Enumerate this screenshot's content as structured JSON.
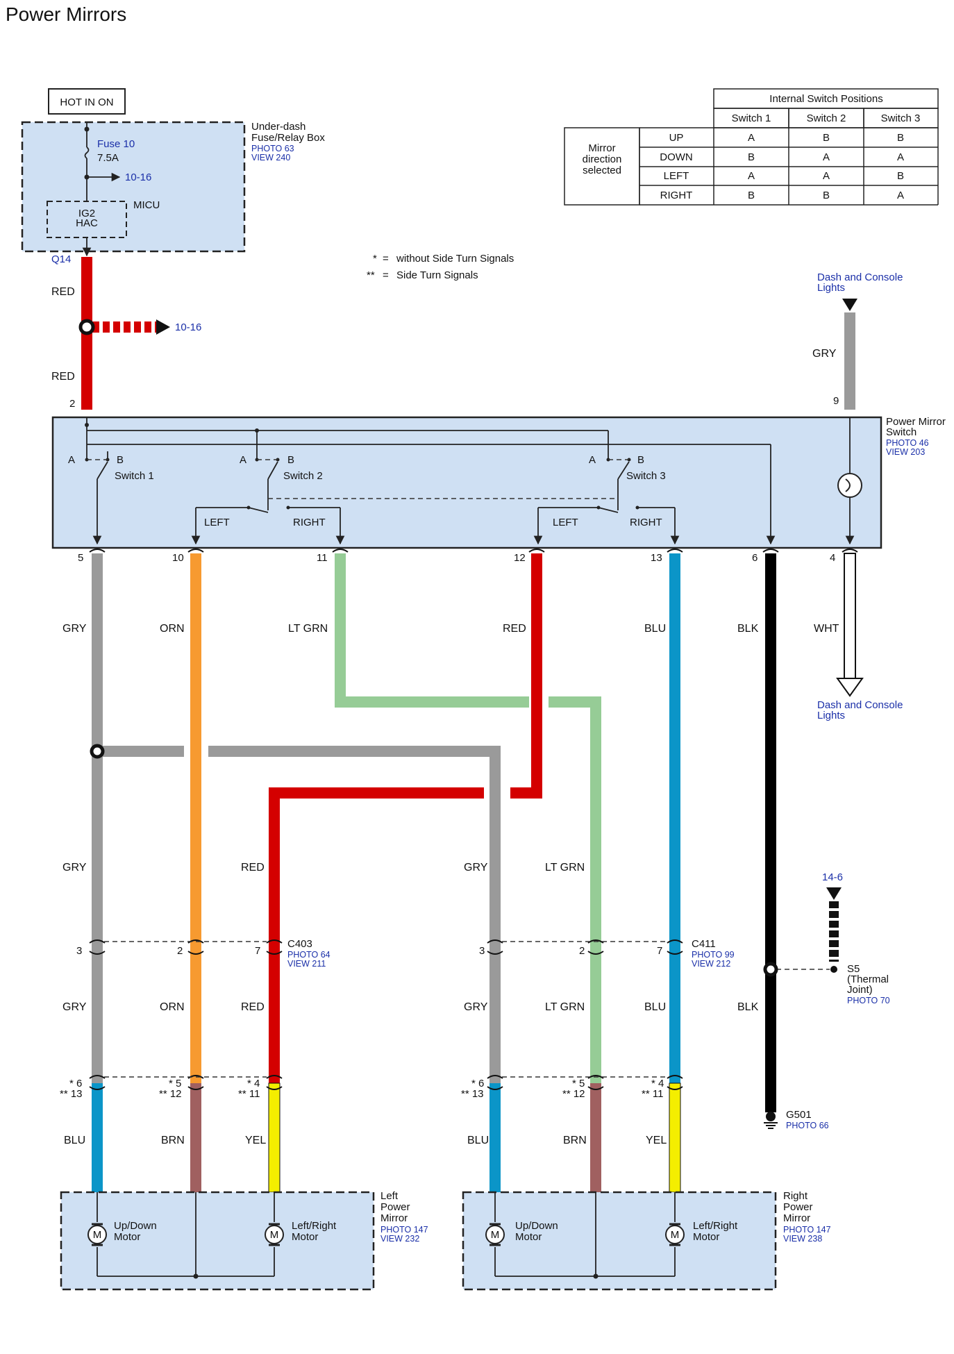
{
  "title": "Power Mirrors",
  "hot_in_on": "HOT IN ON",
  "fuse_box": {
    "name": [
      "Under-dash",
      "Fuse/Relay Box"
    ],
    "photo": "PHOTO 63",
    "view": "VIEW 240",
    "fuse": "Fuse 10",
    "rating": "7.5A",
    "branch_ref": "10-16",
    "micu": "MICU",
    "ig2": "IG2",
    "hac": "HAC",
    "pin": "Q14"
  },
  "legend": {
    "single_star": "*",
    "double_star": "**",
    "eq": "=",
    "without": "without Side Turn Signals",
    "with": "Side Turn Signals"
  },
  "table": {
    "header": "Internal Switch Positions",
    "columns": [
      "Switch 1",
      "Switch 2",
      "Switch 3"
    ],
    "row_header": [
      "Mirror",
      "direction",
      "selected"
    ],
    "rows": [
      {
        "dir": "UP",
        "vals": [
          "A",
          "B",
          "B"
        ]
      },
      {
        "dir": "DOWN",
        "vals": [
          "B",
          "A",
          "A"
        ]
      },
      {
        "dir": "LEFT",
        "vals": [
          "A",
          "A",
          "B"
        ]
      },
      {
        "dir": "RIGHT",
        "vals": [
          "B",
          "B",
          "A"
        ]
      }
    ]
  },
  "feed": {
    "red_top": "RED",
    "red_bottom": "RED",
    "splice_ref": "10-16",
    "pin": "2"
  },
  "dash_lights_top": {
    "name": [
      "Dash and Console",
      "Lights"
    ],
    "wire": "GRY",
    "pin": "9"
  },
  "switch_unit": {
    "name": [
      "Power Mirror",
      "Switch"
    ],
    "photo": "PHOTO 46",
    "view": "VIEW 203",
    "a": "A",
    "b": "B",
    "switch1": "Switch 1",
    "switch2": "Switch 2",
    "switch3": "Switch 3",
    "left": "LEFT",
    "right": "RIGHT"
  },
  "pins": [
    "5",
    "10",
    "11",
    "12",
    "13",
    "6",
    "4"
  ],
  "wires": {
    "gry": "GRY",
    "orn": "ORN",
    "ltgrn": "LT GRN",
    "red": "RED",
    "blu": "BLU",
    "blk": "BLK",
    "wht": "WHT",
    "brn": "BRN",
    "yel": "YEL"
  },
  "dash_lights_bottom": {
    "name": [
      "Dash and Console",
      "Lights"
    ]
  },
  "c403": {
    "name": "C403",
    "photo": "PHOTO 64",
    "view": "VIEW 211",
    "pins": [
      "3",
      "2",
      "7"
    ]
  },
  "c411": {
    "name": "C411",
    "photo": "PHOTO 99",
    "view": "VIEW 212",
    "pins": [
      "3",
      "2",
      "7"
    ]
  },
  "mirror_pins": {
    "p6": "* 6",
    "p13": "** 13",
    "p5": "* 5",
    "p12": "** 12",
    "p4": "* 4",
    "p11": "** 11"
  },
  "s5": {
    "ref": "14-6",
    "name": [
      "S5",
      "(Thermal",
      "Joint)"
    ],
    "photo": "PHOTO 70"
  },
  "g501": {
    "name": "G501",
    "photo": "PHOTO 66"
  },
  "left_mirror": {
    "name": [
      "Left",
      "Power",
      "Mirror"
    ],
    "photo": "PHOTO 147",
    "view": "VIEW 232"
  },
  "right_mirror": {
    "name": [
      "Right",
      "Power",
      "Mirror"
    ],
    "photo": "PHOTO 147",
    "view": "VIEW 238"
  },
  "motor": {
    "m": "M",
    "updown": [
      "Up/Down",
      "Motor"
    ],
    "leftright": [
      "Left/Right",
      "Motor"
    ]
  },
  "colors": {
    "red": "#d40000",
    "gry": "#9a9a9a",
    "orn": "#f79a30",
    "ltgrn": "#96cc96",
    "blu": "#0b95c8",
    "blk": "#000000",
    "brn": "#a06060",
    "yel": "#f4ee00",
    "box": "#cfe0f3",
    "ref": "#1a2fa8"
  }
}
